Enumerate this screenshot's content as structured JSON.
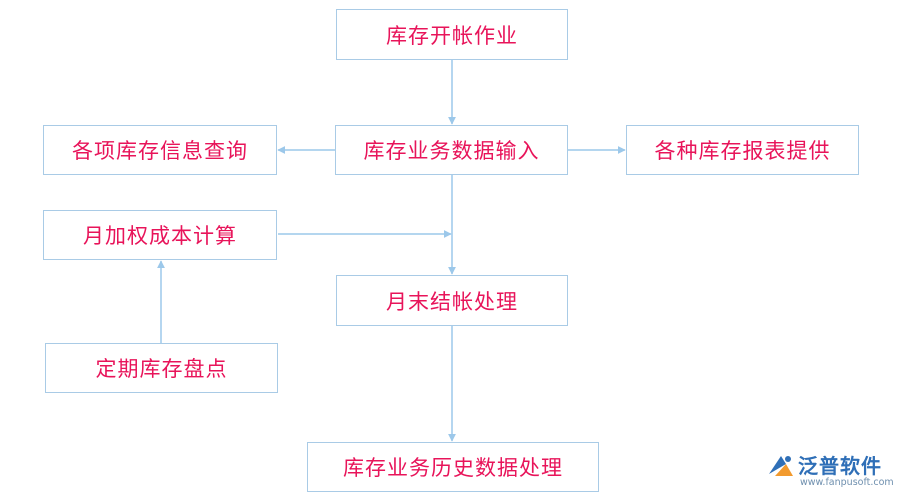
{
  "nodes": {
    "opening": "库存开帐作业",
    "input": "库存业务数据输入",
    "query": "各项库存信息查询",
    "reports": "各种库存报表提供",
    "weighted_cost": "月加权成本计算",
    "month_end": "月末结帐处理",
    "stocktake": "定期库存盘点",
    "history": "库存业务历史数据处理"
  },
  "logo": {
    "name": "泛普软件",
    "url": "www.fanpusoft.com"
  },
  "colors": {
    "node_text": "#e8145a",
    "node_border": "#a9cbe6",
    "connector": "#9cc8ea",
    "logo_blue": "#2f6fb7",
    "logo_orange": "#f29a2e"
  }
}
